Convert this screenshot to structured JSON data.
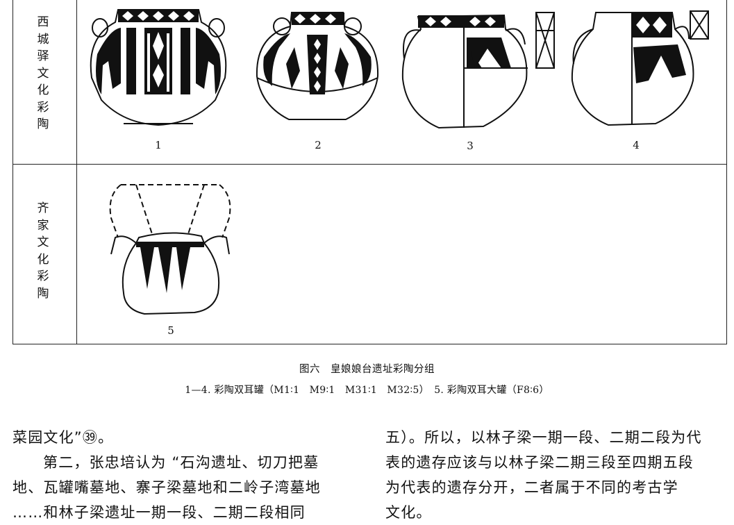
{
  "figure": {
    "row_labels": [
      "西城驿文化彩陶",
      "齐家文化彩陶"
    ],
    "item_numbers": [
      "1",
      "2",
      "3",
      "4",
      "5"
    ],
    "caption_title": "图六　皇娘娘台遗址彩陶分组",
    "caption_sub": "1—4. 彩陶双耳罐（M1∶1　M9∶1　M31∶1　M32∶5）　5. 彩陶双耳大罐（F8∶6）"
  },
  "text": {
    "left_lines": [
      "菜园文化”㊴。",
      "第二，张忠培认为 “石沟遗址、切刀把墓",
      "地、瓦罐嘴墓地、寨子梁墓地和二岭子湾墓地",
      "……和林子梁遗址一期一段、二期二段相同"
    ],
    "right_lines": [
      "五）。所以，以林子梁一期一段、二期二段为代",
      "表的遗存应该与以林子梁二期三段至四期五段",
      "为代表的遗存分开，二者属于不同的考古学",
      "文化。"
    ]
  }
}
